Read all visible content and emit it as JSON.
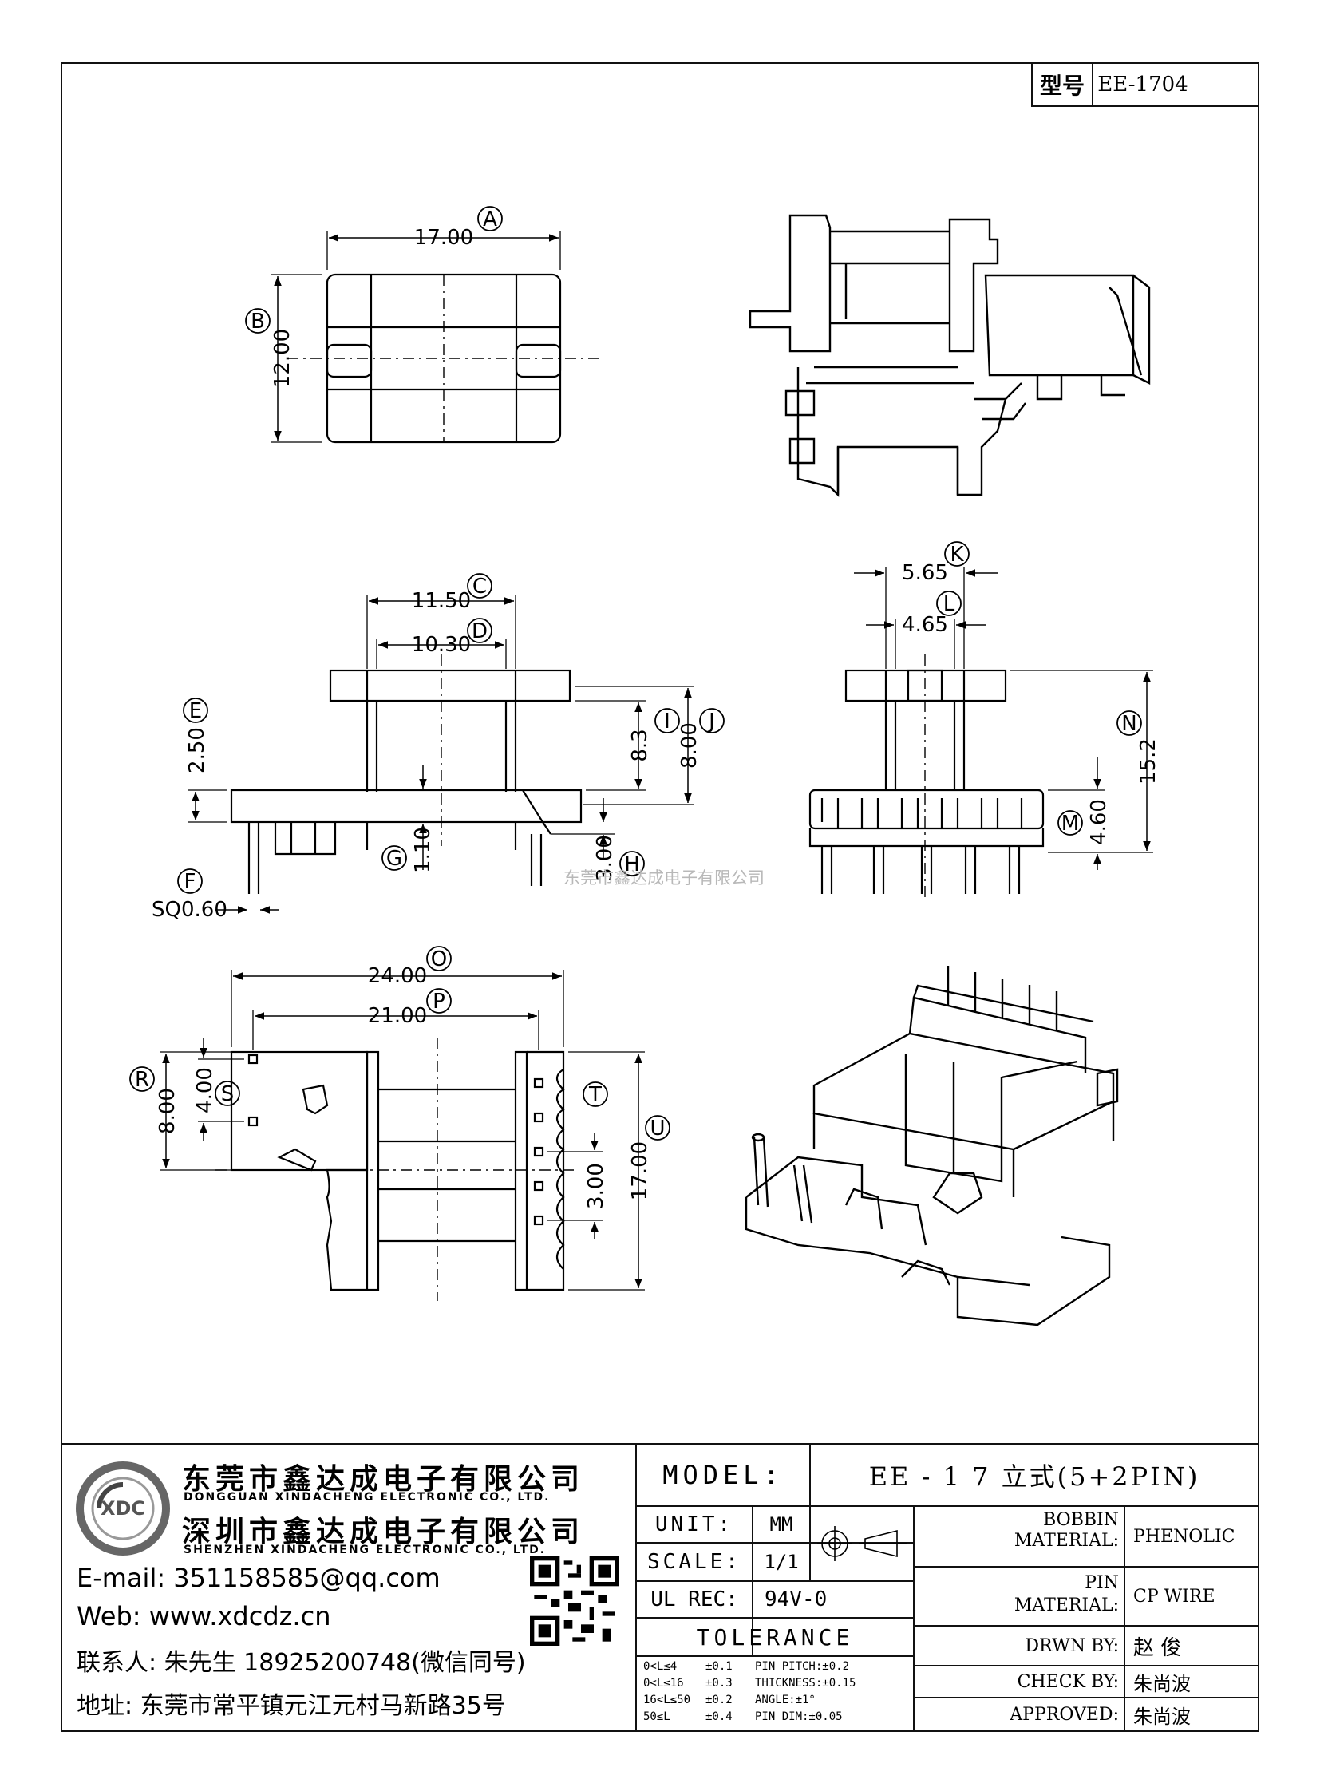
{
  "model_box": {
    "label": "型号",
    "value": "EE-1704"
  },
  "watermark": "东莞市鑫达成电子有限公司",
  "dimensions": {
    "A": "17.00",
    "B": "12.00",
    "C": "11.50",
    "D": "10.30",
    "E": "2.50",
    "F": "SQ0.60",
    "G": "1.10",
    "H": "3.00",
    "I": "8.3",
    "J": "8.00",
    "K": "5.65",
    "L": "4.65",
    "M": "4.60",
    "N": "15.2",
    "O": "24.00",
    "P": "21.00",
    "R": "8.00",
    "S": "4.00",
    "T": "3.00",
    "U": "17.00"
  },
  "dimension_letters": [
    "A",
    "B",
    "C",
    "D",
    "E",
    "F",
    "G",
    "H",
    "I",
    "J",
    "K",
    "L",
    "M",
    "N",
    "O",
    "P",
    "R",
    "S",
    "T",
    "U"
  ],
  "company": {
    "name_cn": "东莞市鑫达成电子有限公司",
    "name_en": "DONGGUAN XINDACHENG ELECTRONIC CO., LTD.",
    "name2_cn": "深圳市鑫达成电子有限公司",
    "name2_en": "SHENZHEN XINDACHENG ELECTRONIC CO., LTD.",
    "logo_text": "XDC",
    "email": "E-mail: 351158585@qq.com",
    "web": "Web: www.xdcdz.cn",
    "contact": "联系人: 朱先生 18925200748(微信同号)",
    "address": "地址: 东莞市常平镇元江元村马新路35号"
  },
  "title_block": {
    "model_label": "MODEL:",
    "model_value": "EE - 1 7 立式(5+2PIN)",
    "unit_label": "UNIT:",
    "unit_value": "MM",
    "scale_label": "SCALE:",
    "scale_value": "1/1",
    "ulrec_label": "UL REC:",
    "ulrec_value": "94V-0",
    "tolerance_label": "TOLERANCE",
    "tolerance_rows": [
      [
        "0<L≤4",
        "±0.1",
        "PIN PITCH:±0.2"
      ],
      [
        "0<L≤16",
        "±0.3",
        "THICKNESS:±0.15"
      ],
      [
        "16<L≤50",
        "±0.2",
        "ANGLE:±1°"
      ],
      [
        "50≤L",
        "±0.4",
        "PIN DIM:±0.05"
      ]
    ],
    "bobbin_label_1": "BOBBIN",
    "bobbin_label_2": "MATERIAL:",
    "bobbin_value": "PHENOLIC",
    "pin_label_1": "PIN",
    "pin_label_2": "MATERIAL:",
    "pin_value": "CP WIRE",
    "drawn_label": "DRWN BY:",
    "drawn_value": "赵 俊",
    "check_label": "CHECK BY:",
    "check_value": "朱尚波",
    "approved_label": "APPROVED:",
    "approved_value": "朱尚波"
  }
}
